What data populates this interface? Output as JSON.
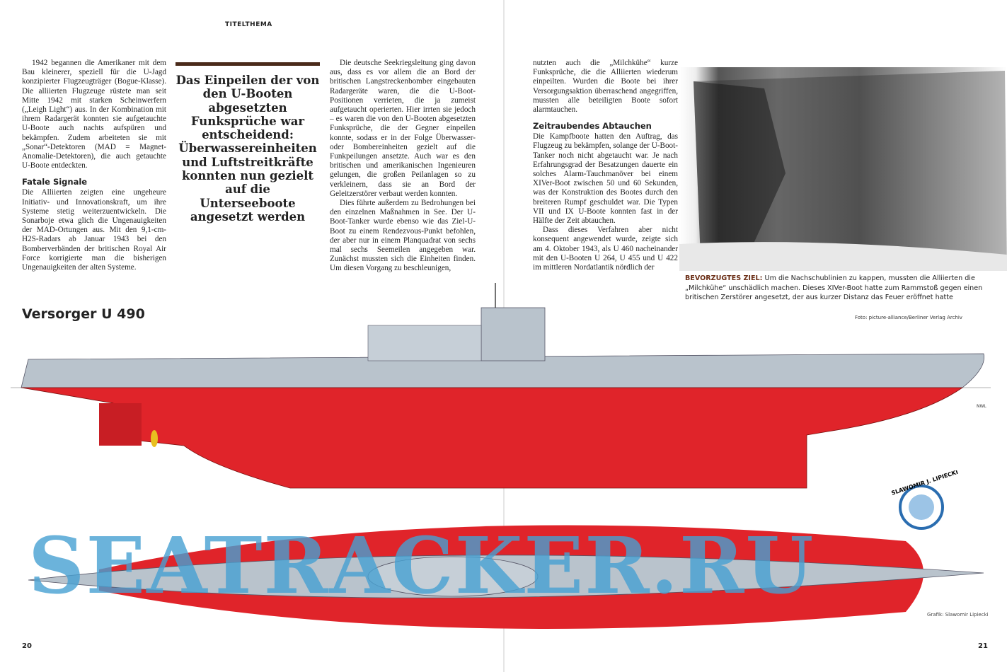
{
  "header": {
    "kicker": "TITELTHEMA"
  },
  "column1": {
    "p1": "1942 begannen die Amerikaner mit dem Bau kleinerer, speziell für die U-Jagd konzipierter Flugzeugträger (Bogue-Klasse). Die alliierten Flugzeuge rüstete man seit Mitte 1942 mit starken Scheinwerfern („Leigh Light“) aus. In der Kombination mit ihrem Radargerät konnten sie aufgetauchte U-Boote auch nachts aufspüren und bekämpfen. Zudem arbeiteten sie mit „Sonar“-Detektoren (MAD = Magnet-Anomalie-Detektoren), die auch getauchte U-Boote entdeckten.",
    "heading": "Fatale Signale",
    "p2": "Die Alliierten zeigten eine ungeheure Initiativ- und Innovationskraft, um ihre Systeme stetig weiterzuentwickeln. Die Sonarboje etwa glich die Ungenauigkeiten der MAD-Ortungen aus. Mit den 9,1-cm-H2S-Radars ab Januar 1943 bei den Bomberverbänden der britischen Royal Air Force korrigierte man die bisherigen Ungenauigkeiten der alten Systeme."
  },
  "pull_quote": "Das Einpeilen der von den U-Booten abgesetzten Funksprüche war entscheidend: Überwassereinheiten und Luftstreitkräfte konnten nun gezielt auf die Unterseeboote angesetzt werden",
  "column2": {
    "p1": "Die deutsche Seekriegsleitung ging davon aus, dass es vor allem die an Bord der britischen Langstreckenbomber eingebauten Radargeräte waren, die die U-Boot-Positionen verrieten, die ja zumeist aufgetaucht operierten. Hier irrten sie jedoch – es waren die von den U-Booten abgesetzten Funksprüche, die der Gegner einpeilen konnte, sodass er in der Folge Überwasser- oder Bombereinheiten gezielt auf die Funkpeilungen ansetzte. Auch war es den britischen und amerikanischen Ingenieuren gelungen, die großen Peilanlagen so zu verkleinern, dass sie an Bord der Geleitzerstörer verbaut werden konnten.",
    "p2": "Dies führte außerdem zu Bedrohungen bei den einzelnen Maßnahmen in See. Der U-Boot-Tanker wurde ebenso wie das Ziel-U-Boot zu einem Rendezvous-Punkt befohlen, der aber nur in einem Planquadrat von sechs mal sechs Seemeilen angegeben war. Zunächst mussten sich die Einheiten finden. Um diesen Vorgang zu beschleunigen,"
  },
  "column3": {
    "p1": "nutzten auch die „Milchkühe“ kurze Funksprüche, die die Alliierten wiederum einpeilten. Wurden die Boote bei ihrer Versorgungsaktion überraschend angegriffen, mussten alle beteiligten Boote sofort alarmtauchen.",
    "heading": "Zeitraubendes Abtauchen",
    "p2": "Die Kampfboote hatten den Auftrag, das Flugzeug zu bekämpfen, solange der U-Boot-Tanker noch nicht abgetaucht war. Je nach Erfahrungsgrad der Besatzungen dauerte ein solches Alarm-Tauchmanöver bei einem XIVer-Boot zwischen 50 und 60 Sekunden, was der Konstruktion des Bootes durch den breiteren Rumpf geschuldet war. Die Typen VII und IX U-Boote konnten fast in der Hälfte der Zeit abtauchen.",
    "p3": "Dass dieses Verfahren aber nicht konsequent angewendet wurde, zeigte sich am 4. Oktober 1943, als U 460 nacheinander mit den U-Booten U 264, U 455 und U 422 im mittleren Nordatlantik nördlich der"
  },
  "caption": {
    "lead": "BEVORZUGTES ZIEL:",
    "text": " Um die Nachschublinien zu kappen, mussten die Alliierten die „Milchkühe“ unschädlich machen. Dieses XIVer-Boot hatte zum Rammstoß gegen einen britischen Zerstörer angesetzt, der aus kurzer Distanz das Feuer eröffnet hatte",
    "credit": "Foto: picture-alliance/Berliner Verlag Archiv"
  },
  "graphic": {
    "title": "Versorger U 490",
    "credit": "Grafik: Slawomir Lipiecki",
    "artist_logo": "SLAWOMIR J. LIPIECKI",
    "waterline_label": "NWL"
  },
  "watermark": "SEATRACKER.RU",
  "pages": {
    "left": "20",
    "right": "21"
  },
  "colors": {
    "hull_red": "#e0242a",
    "deck_grey": "#b9c3cc",
    "caption_accent": "#6b2e16"
  }
}
